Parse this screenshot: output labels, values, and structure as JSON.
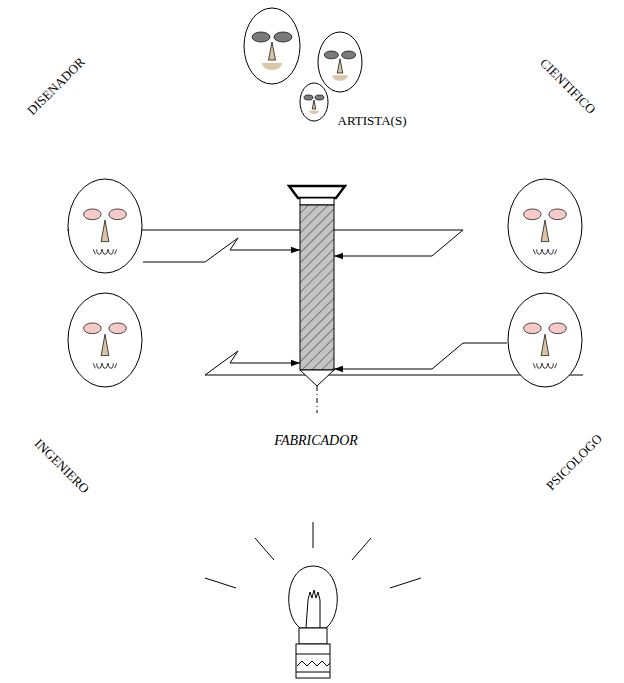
{
  "diagram": {
    "nodes": [
      {
        "text": [
          "ARTISTA(S)"
        ]
      },
      {
        "text": [
          "DISENADOR"
        ]
      },
      {
        "text": [
          "CIENTIFICO"
        ]
      },
      {
        "text": [
          "INGENIERO"
        ]
      },
      {
        "text": [
          "PSICOLOGO"
        ]
      },
      {
        "text": [
          "FABRICADOR"
        ]
      }
    ],
    "edges": [
      {
        "from": 1,
        "to": 5,
        "arrow": "to"
      },
      {
        "from": 3,
        "to": 5,
        "arrow": "to"
      },
      {
        "from": 2,
        "to": 5,
        "arrow": "to"
      },
      {
        "from": 4,
        "to": 5,
        "arrow": "to"
      }
    ]
  }
}
